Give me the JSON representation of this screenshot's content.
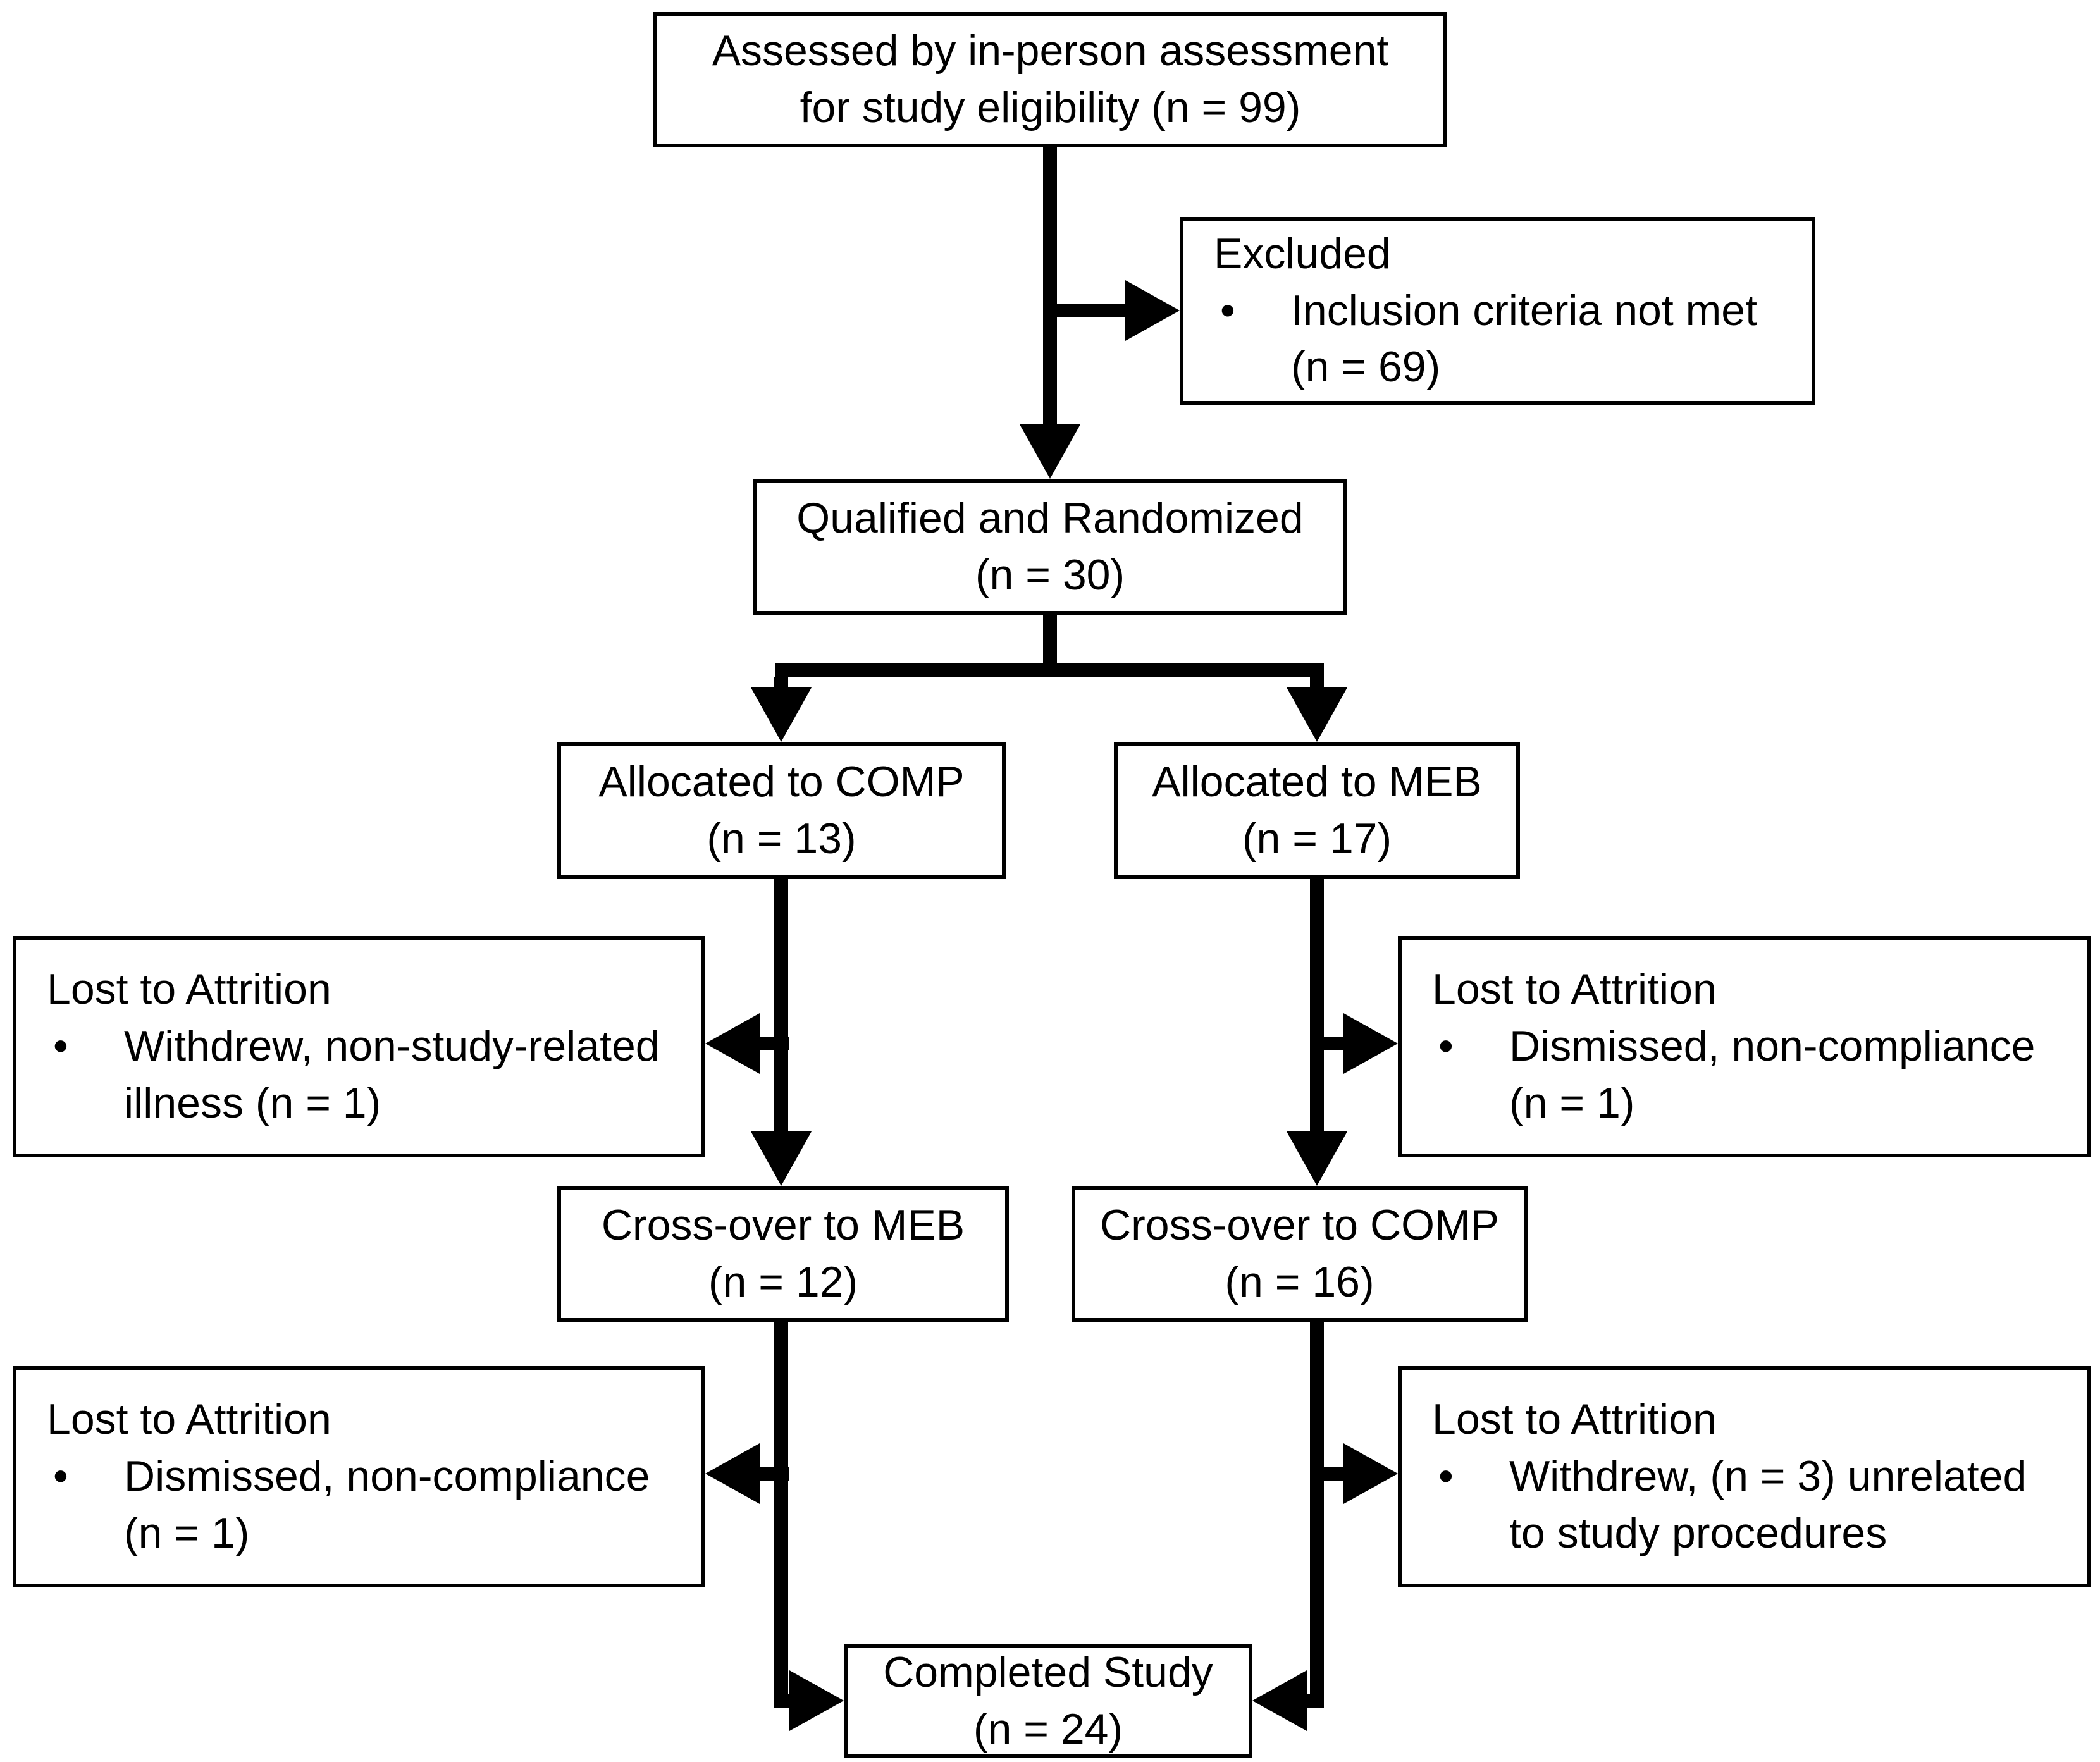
{
  "diagram": {
    "bullet_char": "•",
    "colors": {
      "line": "#000000",
      "background": "#ffffff",
      "box_border": "#000000"
    },
    "boxes": {
      "assessed": {
        "lines": [
          "Assessed by in-person assessment",
          "for study eligibility (n = 99)"
        ]
      },
      "excluded": {
        "title": "Excluded",
        "item_lines": [
          "Inclusion criteria not met",
          "(n = 69)"
        ]
      },
      "qualified": {
        "lines": [
          "Qualified and Randomized",
          "(n = 30)"
        ]
      },
      "allocated_comp": {
        "lines": [
          "Allocated to COMP",
          "(n = 13)"
        ]
      },
      "allocated_meb": {
        "lines": [
          "Allocated to MEB",
          "(n = 17)"
        ]
      },
      "lost_left_1": {
        "title": "Lost to Attrition",
        "item_lines": [
          "Withdrew, non-study-related",
          "illness (n = 1)"
        ]
      },
      "lost_right_1": {
        "title": "Lost to Attrition",
        "item_lines": [
          "Dismissed, non-compliance",
          "(n = 1)"
        ]
      },
      "cross_meb": {
        "lines": [
          "Cross-over to MEB",
          "(n = 12)"
        ]
      },
      "cross_comp": {
        "lines": [
          "Cross-over to COMP",
          "(n = 16)"
        ]
      },
      "lost_left_2": {
        "title": "Lost to Attrition",
        "item_lines": [
          "Dismissed, non-compliance",
          "(n = 1)"
        ]
      },
      "lost_right_2": {
        "title": "Lost to Attrition",
        "item_lines": [
          "Withdrew, (n = 3) unrelated",
          "to study procedures"
        ]
      },
      "completed": {
        "lines": [
          "Completed Study",
          "(n = 24)"
        ]
      }
    }
  }
}
